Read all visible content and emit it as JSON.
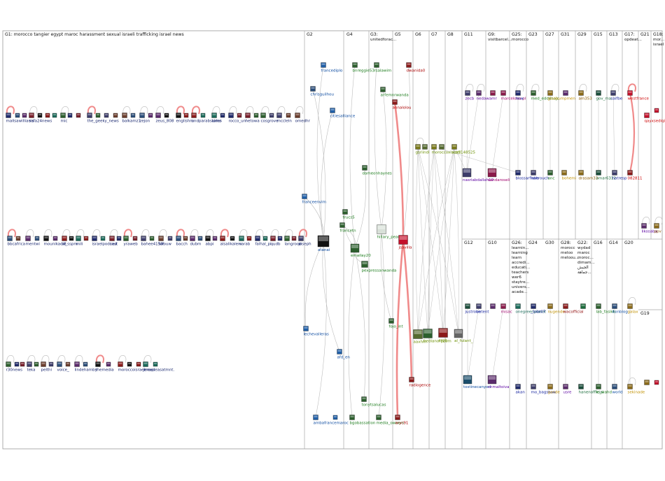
{
  "group_labels": [
    {
      "id": "G1",
      "text": "G1: morocco tangier egypt maroc harassment sexual israeli trafficking israel news"
    },
    {
      "id": "G2",
      "text": "G2"
    },
    {
      "id": "G4",
      "text": "G4"
    },
    {
      "id": "G3",
      "text": "G3:",
      "sub": [
        "unitedforac..."
      ]
    },
    {
      "id": "G5",
      "text": "G5"
    },
    {
      "id": "G6",
      "text": "G6"
    },
    {
      "id": "G7",
      "text": "G7"
    },
    {
      "id": "G8",
      "text": "G8"
    },
    {
      "id": "G11",
      "text": "G11"
    },
    {
      "id": "G9",
      "text": "G9:",
      "sub": [
        "visitbarcel..."
      ]
    },
    {
      "id": "G25",
      "text": "G25:",
      "sub": [
        "morocco"
      ]
    },
    {
      "id": "G23",
      "text": "G23"
    },
    {
      "id": "G27",
      "text": "G27"
    },
    {
      "id": "G31",
      "text": "G31"
    },
    {
      "id": "G29",
      "text": "G29"
    },
    {
      "id": "G15",
      "text": "G15"
    },
    {
      "id": "G13",
      "text": "G13"
    },
    {
      "id": "G17",
      "text": "G17:",
      "sub": [
        "opdeat..."
      ]
    },
    {
      "id": "G21",
      "text": "G21"
    },
    {
      "id": "G18",
      "text": "G18:",
      "sub": [
        "mor...",
        "israel"
      ]
    },
    {
      "id": "G12",
      "text": "G12"
    },
    {
      "id": "G10",
      "text": "G10"
    },
    {
      "id": "G26",
      "text": "G26:",
      "sub": [
        "learnin...",
        "learning",
        "learn",
        "accredi...",
        "educati...",
        "teachers",
        "wer6",
        "staytre...",
        "univers...",
        "acade..."
      ]
    },
    {
      "id": "G24",
      "text": "G24"
    },
    {
      "id": "G30",
      "text": "G30"
    },
    {
      "id": "G28",
      "text": "G28:",
      "sub": [
        "morocc",
        "meloo",
        "meloou..."
      ]
    },
    {
      "id": "G22",
      "text": "G22:",
      "sub": [
        "wydad",
        "maroc",
        "moroc...",
        "dimam...",
        "الجيش",
        "جماهة..."
      ]
    },
    {
      "id": "G16",
      "text": "G16"
    },
    {
      "id": "G14",
      "text": "G14"
    },
    {
      "id": "G20",
      "text": "G20"
    },
    {
      "id": "G19",
      "text": "G19"
    }
  ],
  "node_labels": {
    "mallsawilliams": "mallsawilliams",
    "safa24news": "safa24news",
    "mic": "mic",
    "the_geeky_news": "the_geeky_news",
    "balkamz": "balkamz1",
    "zejon": "zejon",
    "zeus_808": "zeus_808",
    "englishmorocco": "englishm",
    "undpmorocco": "undparabstates",
    "aimo": "aimo",
    "rocco_un": "rocco_un",
    "hetowa": "hetowa",
    "cosgrove": "cosgrove",
    "mccleln": "mccleln",
    "omedhr": "omedhr",
    "bbcafrica": "bbcafrica",
    "mentwi": "mentwi",
    "mounikadi8": "mounikadi8",
    "alsspam": "al_sspm",
    "mili": "mili",
    "israelpodcast": "israelpodcast",
    "ned": "ned",
    "yraweb": "yraweb",
    "bahee": "bahee4150!",
    "talouw": "talouw",
    "bacch": "bacch",
    "dubm": "dubm",
    "abpi": "abpi",
    "alsalikalem": "alsalikalem",
    "varab": "varab",
    "falhal_pi": "falhal_pi",
    "qudb": "qudb",
    "langrood": "langrood",
    "joseph": "joseph",
    "r30news": "r30news",
    "teka": "teka",
    "pelthi": "pelthi",
    "voice_": "voice_",
    "lindehamby": "lindehamby",
    "themedia": "themedia",
    "moroccoisrael": "moroccoisraelnews",
    "jenaplease": "jenapleasatmnt.",
    "francediplo": "francediplo",
    "chrisguilhou": "chrisguilhou",
    "citizealliance": "citiesalliance",
    "franceenvim": "franceenvim",
    "atanai": "atanai",
    "lechevalleras": "lechevalleras",
    "ambafrancemaroc": "ambafrancemaroc",
    "bnreggie53": "bnreggie53",
    "salesinweb": "rsalawim",
    "dameonhaynes": "dameonhaynes",
    "trucss5": "trucs5",
    "francetn": "francetn",
    "emailay20": "emailay20",
    "pexpressanwands": "pexpressanwanda",
    "afd_en": "afd_en",
    "tonytsalucas": "tonytsalucas",
    "bgobassation": "bgobassation",
    "arfemnrwanda": "arfemnrwanda",
    "hillary_peace": "hillary_peace",
    "fojo_int": "fojo_int",
    "media_owners": "media_owners",
    "annalolou": "annalolou",
    "dwanida0": "dwanida0",
    "jsavilla": "jsavilla",
    "radiogence": "radiogence",
    "aryc91": "aryc91",
    "gsriindie": "gsriindi",
    "moroccoxisrael": "moroccoxisrael",
    "vzz148525": "vzz1148525",
    "aaxhm": "aaxhm",
    "fredlanoroux": "fredlanorpcom",
    "ergb": "ergb",
    "al_fulant_": "al_fulant_",
    "zecb": "zecb",
    "nedawamr": "nedawamr",
    "marcelona_pl": "marcelona pl",
    "hnw": "hnw",
    "med_eddehaj": "med_eddehajc",
    "gisabumpmen": "gisabumpmen",
    "am353": "am353",
    "gov_ma": "gov_ma",
    "saifbe": "saifbe",
    "westfrance": "westfrance",
    "qayxsediqi": "qayxsediqi_ist",
    "nasriabdallah": "nasriabdallah19",
    "sandaroseli": "sandaroseli",
    "bloodsrflake": "blossarfloke",
    "nahrouch": "nahrouch",
    "anc": "anc",
    "bohemian": "bohemi",
    "drasam33": "drasam33",
    "omar6312": "omar6312",
    "hatresp": "hatresp",
    "daz08211": "082811",
    "likosaba": "likosaba",
    "ppv": "ppv",
    "justrobe": "justrobe",
    "ontent": "ontent",
    "misac": "misac",
    "onegreenplanet": "onegreenplanet",
    "bobb07": "_tobt07",
    "nugend": "nugende",
    "wacofficial": "wacofficial",
    "lab_fasikh": "lab_fasikh",
    "itonblog": "itonblog",
    "galaxy": "galax",
    "tostinecanyon": "tostinecanyon",
    "chmaltoiva": "chmaltoiva",
    "akan": "akan",
    "mo_bagshaw": "mo_bagshaw",
    "gande": "gande",
    "usre": "usre",
    "hanenofficial": "hanenofficial",
    "le_wahd": "le_wahd",
    "world": "world",
    "sekinada": "sekinade"
  }
}
